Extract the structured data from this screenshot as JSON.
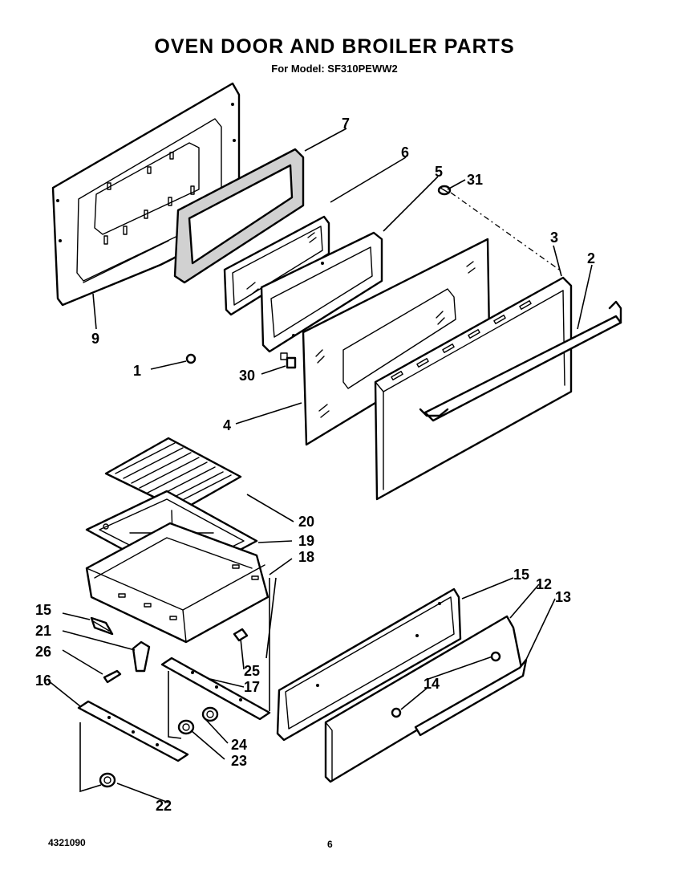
{
  "header": {
    "title": "OVEN DOOR AND BROILER PARTS",
    "subtitle": "For Model: SF310PEWW2"
  },
  "footer": {
    "doc_number": "4321090",
    "page_number": "6"
  },
  "callouts": [
    {
      "id": "c1",
      "text": "1"
    },
    {
      "id": "c2",
      "text": "2"
    },
    {
      "id": "c3",
      "text": "3"
    },
    {
      "id": "c4",
      "text": "4"
    },
    {
      "id": "c5",
      "text": "5"
    },
    {
      "id": "c6",
      "text": "6"
    },
    {
      "id": "c7",
      "text": "7"
    },
    {
      "id": "c9",
      "text": "9"
    },
    {
      "id": "c12",
      "text": "12"
    },
    {
      "id": "c13",
      "text": "13"
    },
    {
      "id": "c14",
      "text": "14"
    },
    {
      "id": "c15",
      "text": "15"
    },
    {
      "id": "c16",
      "text": "16"
    },
    {
      "id": "c17a",
      "text": "17"
    },
    {
      "id": "c17b",
      "text": "17"
    },
    {
      "id": "c18",
      "text": "18"
    },
    {
      "id": "c19",
      "text": "19"
    },
    {
      "id": "c20",
      "text": "20"
    },
    {
      "id": "c21",
      "text": "21"
    },
    {
      "id": "c22",
      "text": "22"
    },
    {
      "id": "c23",
      "text": "23"
    },
    {
      "id": "c24",
      "text": "24"
    },
    {
      "id": "c25",
      "text": "25"
    },
    {
      "id": "c26",
      "text": "26"
    },
    {
      "id": "c30",
      "text": "30"
    },
    {
      "id": "c31",
      "text": "31"
    }
  ]
}
